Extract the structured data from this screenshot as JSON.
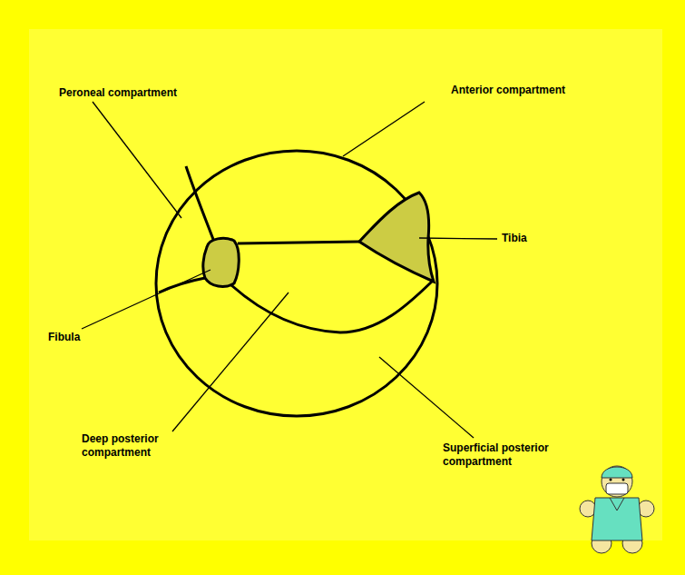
{
  "diagram": {
    "labels": [
      "Peroneal compartment",
      "Anterior compartment",
      "Tibia",
      "Fibula",
      "Deep posterior compartment",
      "Superficial posterior compartment"
    ]
  }
}
